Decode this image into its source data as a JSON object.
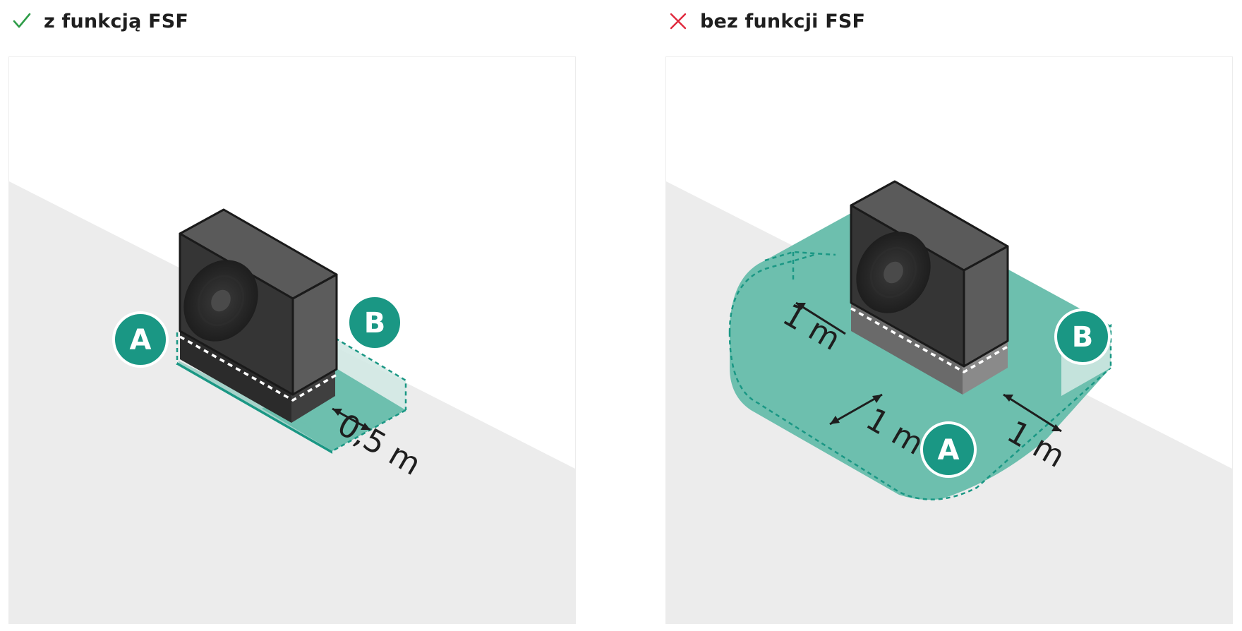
{
  "colors": {
    "accent_teal": "#1a9784",
    "zone_fill": "#6dbfae",
    "zone_fill_light": "#d3e9e4",
    "ground": "#ececec",
    "unit_top": "#3d3d3d",
    "unit_front": "#2a2a2a",
    "check_green": "#2e9c48",
    "cross_red": "#e0283c"
  },
  "panels": {
    "with_fsf": {
      "icon": "check-icon",
      "title": "z funkcją FSF",
      "badge_a": "A",
      "badge_b": "B",
      "clearance": "0,5 m"
    },
    "without_fsf": {
      "icon": "cross-icon",
      "title": "bez funkcji FSF",
      "badge_a": "A",
      "badge_b": "B",
      "clearance_back": "1 m",
      "clearance_front": "1 m",
      "clearance_side": "1 m"
    }
  }
}
